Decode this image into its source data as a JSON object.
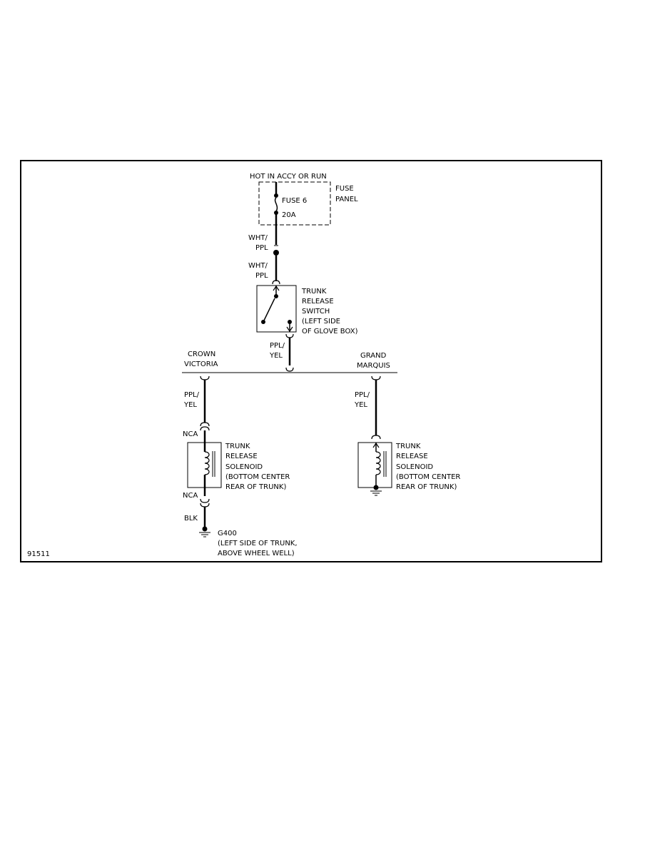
{
  "supply": {
    "hot_label": "HOT IN ACCY OR RUN",
    "fuse_panel_line1": "FUSE",
    "fuse_panel_line2": "PANEL",
    "fuse_name": "FUSE 6",
    "fuse_rating": "20A"
  },
  "wires": {
    "wht_ppl_1_line1": "WHT/",
    "wht_ppl_1_line2": "PPL",
    "wht_ppl_2_line1": "WHT/",
    "wht_ppl_2_line2": "PPL",
    "ppl_yel_center_line1": "PPL/",
    "ppl_yel_center_line2": "YEL",
    "ppl_yel_left_line1": "PPL/",
    "ppl_yel_left_line2": "YEL",
    "ppl_yel_right_line1": "PPL/",
    "ppl_yel_right_line2": "YEL",
    "blk": "BLK"
  },
  "switch": {
    "lines": [
      "TRUNK",
      "RELEASE",
      "SWITCH",
      "(LEFT SIDE",
      "OF GLOVE BOX)"
    ]
  },
  "branches": {
    "left_line1": "CROWN",
    "left_line2": "VICTORIA",
    "right_line1": "GRAND",
    "right_line2": "MARQUIS"
  },
  "solenoid_left": {
    "lines": [
      "TRUNK",
      "RELEASE",
      "SOLENOID",
      "(BOTTOM CENTER",
      "REAR OF TRUNK)"
    ],
    "connector_top": "NCA",
    "connector_bottom": "NCA"
  },
  "solenoid_right": {
    "lines": [
      "TRUNK",
      "RELEASE",
      "SOLENOID",
      "(BOTTOM CENTER",
      "REAR OF TRUNK)"
    ]
  },
  "ground": {
    "lines": [
      "G400",
      "(LEFT SIDE OF TRUNK,",
      "ABOVE WHEEL WELL)"
    ]
  },
  "figure_id": "91511"
}
